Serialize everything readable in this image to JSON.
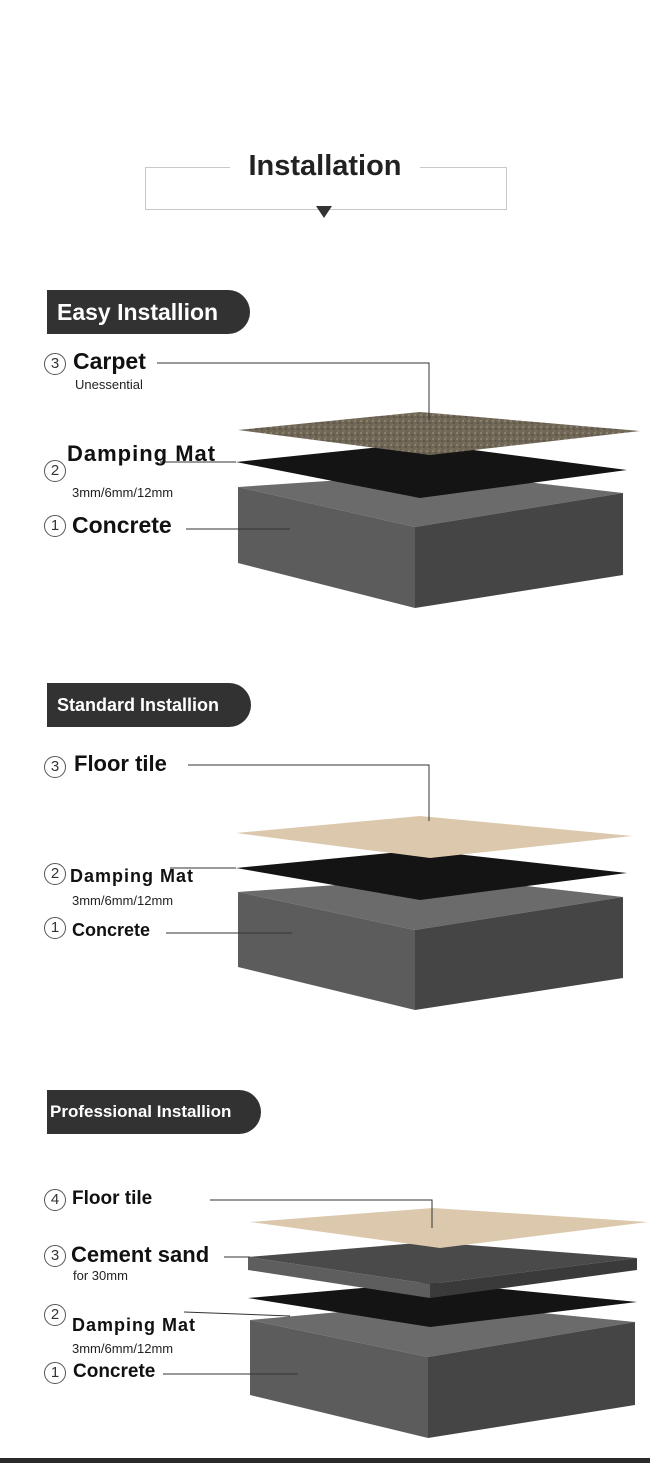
{
  "header": {
    "title": "Installation"
  },
  "sections": [
    {
      "title": "Easy Installion",
      "layers": [
        {
          "num": "3",
          "name": "Carpet",
          "note": "Unessential"
        },
        {
          "num": "2",
          "name": "Damping Mat",
          "note": "3mm/6mm/12mm"
        },
        {
          "num": "1",
          "name": "Concrete",
          "note": ""
        }
      ]
    },
    {
      "title": "Standard Installion",
      "layers": [
        {
          "num": "3",
          "name": "Floor tile",
          "note": ""
        },
        {
          "num": "2",
          "name": "Damping Mat",
          "note": "3mm/6mm/12mm"
        },
        {
          "num": "1",
          "name": "Concrete",
          "note": ""
        }
      ]
    },
    {
      "title": "Professional Installion",
      "layers": [
        {
          "num": "4",
          "name": "Floor tile",
          "note": ""
        },
        {
          "num": "3",
          "name": "Cement sand",
          "note": "for 30mm"
        },
        {
          "num": "2",
          "name": "Damping Mat",
          "note": "3mm/6mm/12mm"
        },
        {
          "num": "1",
          "name": "Concrete",
          "note": ""
        }
      ]
    }
  ],
  "colors": {
    "pill": "#323232",
    "carpet": "#6f6656",
    "mat": "#141414",
    "concrete_top": "#6b6b6b",
    "concrete_side": "#4f4f4f",
    "tile": "#dcc9ad",
    "cement": "#4a4a4a"
  }
}
